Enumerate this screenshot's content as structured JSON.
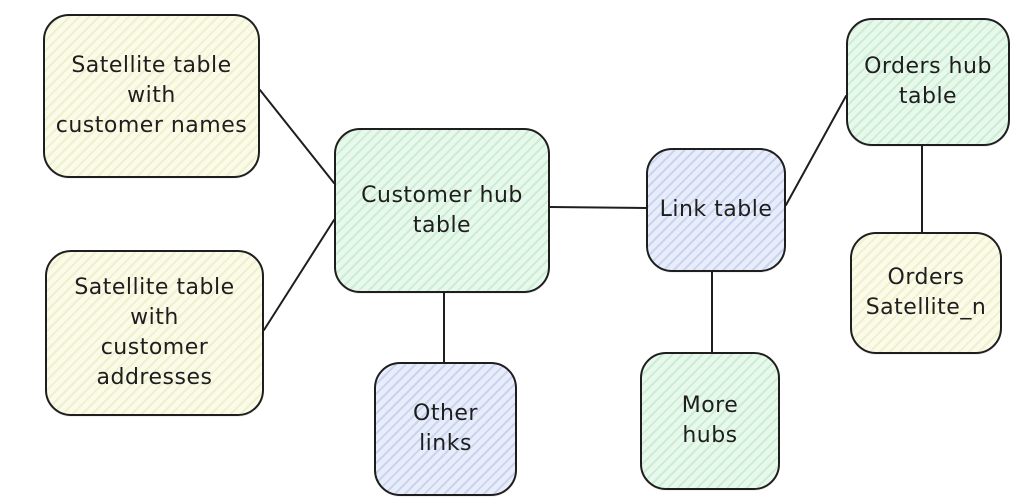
{
  "nodes": {
    "sat_names": {
      "label": "Satellite table\nwith\ncustomer names",
      "fill": "#fbfbea"
    },
    "sat_addresses": {
      "label": "Satellite table\nwith\ncustomer\naddresses",
      "fill": "#fbfbea"
    },
    "customer_hub": {
      "label": "Customer hub\ntable",
      "fill": "#e9f8ec"
    },
    "other_links": {
      "label": "Other links",
      "fill": "#e8edf9"
    },
    "link_table": {
      "label": "Link table",
      "fill": "#e8edf9"
    },
    "more_hubs": {
      "label": "More hubs",
      "fill": "#e9f8ec"
    },
    "orders_hub": {
      "label": "Orders hub\ntable",
      "fill": "#e9f8ec"
    },
    "orders_satellite": {
      "label": "Orders\nSatellite_n",
      "fill": "#fbfbea"
    }
  },
  "edges": [
    {
      "from": "sat_names",
      "to": "customer_hub"
    },
    {
      "from": "sat_addresses",
      "to": "customer_hub"
    },
    {
      "from": "customer_hub",
      "to": "other_links"
    },
    {
      "from": "customer_hub",
      "to": "link_table"
    },
    {
      "from": "link_table",
      "to": "more_hubs"
    },
    {
      "from": "link_table",
      "to": "orders_hub"
    },
    {
      "from": "orders_hub",
      "to": "orders_satellite"
    }
  ],
  "colors": {
    "stroke": "#1e1e1e",
    "hub": "#e9f8ec",
    "satellite": "#fbfbea",
    "link": "#e8edf9"
  }
}
